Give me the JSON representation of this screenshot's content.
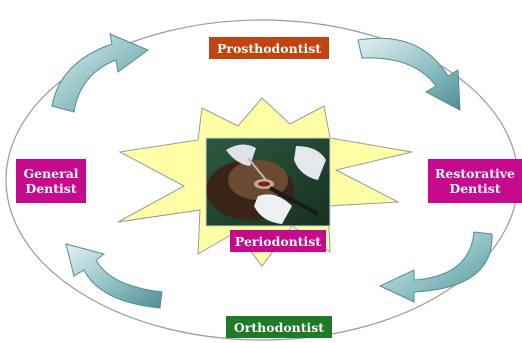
{
  "diagram": {
    "labels": {
      "prosthodontist": "Prosthodontist",
      "general_dentist_line1": "General",
      "general_dentist_line2": "Dentist",
      "restorative_dentist_line1": "Restorative",
      "restorative_dentist_line2": "Dentist",
      "periodontist": "Periodontist",
      "orthodontist": "Orthodontist"
    },
    "colors": {
      "ellipse_fill": "#ffffff",
      "ellipse_stroke": "#9a9a9a",
      "star_fill": "#ffffa6",
      "star_stroke": "#9a9a9a",
      "arrow_fill": "#5c9da3",
      "arrow_highlight": "#cde6e8",
      "prosthodontist_box": "#c0440f",
      "dentist_box": "#c60a8e",
      "orthodontist_box": "#1f7a26"
    },
    "center_image": "dental-procedure-photo"
  }
}
